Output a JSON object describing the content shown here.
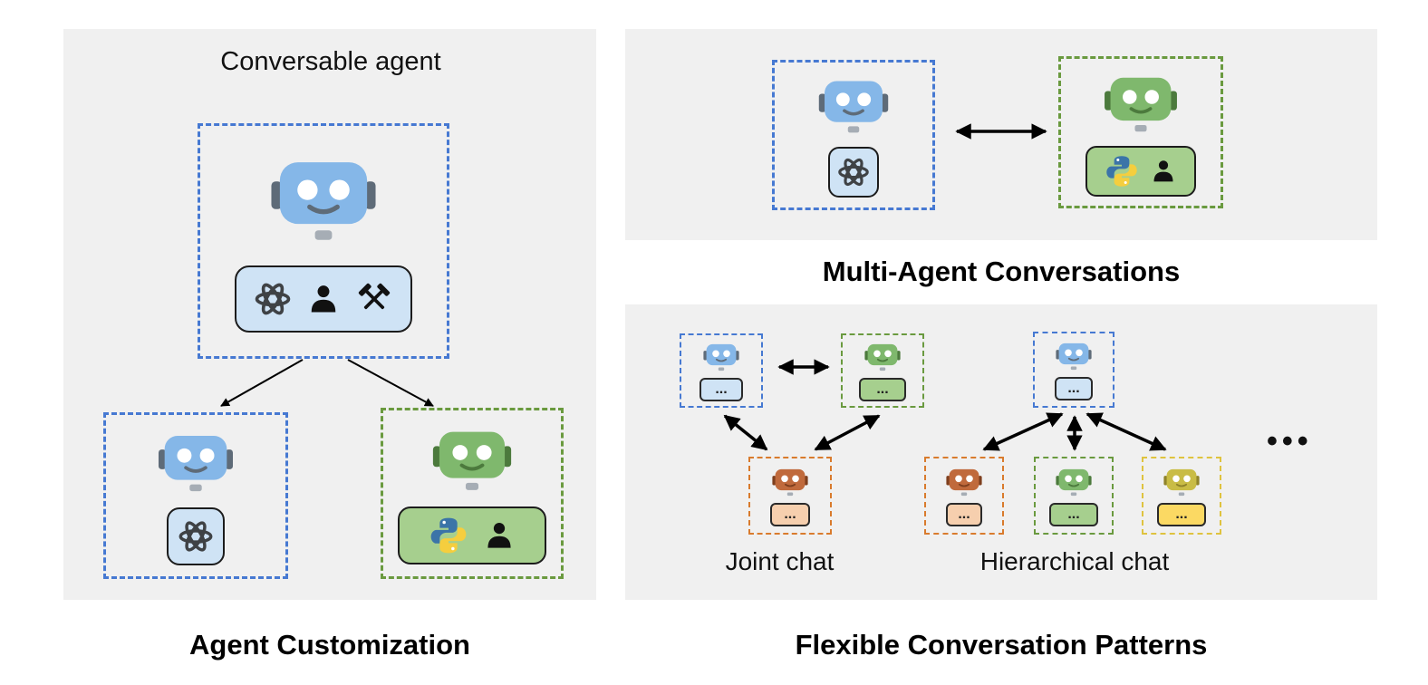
{
  "sections": {
    "agent_customization": {
      "title": "Conversable agent",
      "caption": "Agent Customization",
      "parent_agent_icons": [
        "openai-logo",
        "person-silhouette",
        "crossed-hammers"
      ],
      "sub_agents": [
        {
          "kind": "llm-agent",
          "border_color": "#4679d2",
          "chip_icons": [
            "openai-logo"
          ]
        },
        {
          "kind": "human-and-code-agent",
          "border_color": "#6a9a3f",
          "chip_icons": [
            "python-logo",
            "person-silhouette"
          ]
        }
      ]
    },
    "multi_agent_conversations": {
      "caption": "Multi-Agent Conversations",
      "agents": [
        {
          "kind": "llm-agent",
          "border_color": "#4679d2",
          "chip_icons": [
            "openai-logo"
          ]
        },
        {
          "kind": "human-and-code-agent",
          "border_color": "#6a9a3f",
          "chip_icons": [
            "python-logo",
            "person-silhouette"
          ]
        }
      ]
    },
    "flexible_conversation_patterns": {
      "caption": "Flexible Conversation Patterns",
      "joint_chat_label": "Joint chat",
      "hierarchical_chat_label": "Hierarchical chat",
      "message_placeholder": "...",
      "more_patterns_dots": "•••",
      "joint_chat_agents": [
        "blue",
        "green",
        "orange"
      ],
      "hierarchical_chat_agents": [
        "blue",
        "orange",
        "green",
        "yellow"
      ]
    }
  },
  "icons": {
    "robot": "robot-head",
    "openai": "openai-logo",
    "person": "person-silhouette",
    "tools": "crossed-hammers",
    "python": "python-logo",
    "arrow": "double-headed-arrow"
  },
  "colors": {
    "panel_background": "#f0f0f0",
    "blue_border": "#4679d2",
    "green_border": "#6a9a3f",
    "orange_border": "#d97b2d",
    "yellow_border": "#dfc33f",
    "blue_chip": "#cfe3f5",
    "green_chip": "#a6cf8e",
    "peach_chip": "#f6cfae",
    "yellow_chip": "#fbd963",
    "blue_robot": "#85b7e8",
    "green_robot": "#7fb86d",
    "orange_robot": "#c06a3c",
    "yellow_robot": "#c9bc45",
    "arrow": "#000000"
  }
}
